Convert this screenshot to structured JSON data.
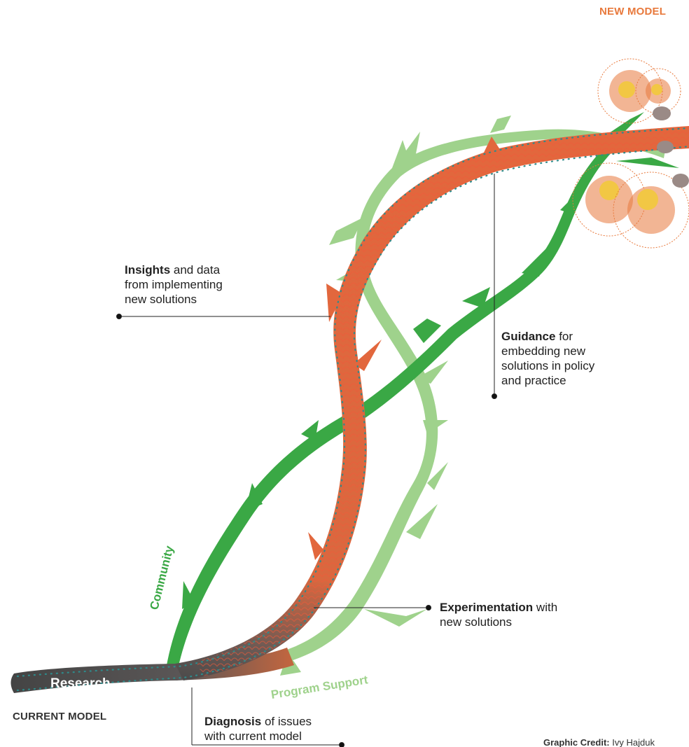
{
  "header": {
    "new_model_label": "NEW MODEL"
  },
  "footer": {
    "current_model_label": "CURRENT MODEL",
    "credit_prefix": "Graphic Credit:",
    "credit_name": "Ivy Hajduk"
  },
  "branches": {
    "trunk_label": "Research",
    "community_label": "Community",
    "program_support_label": "Program Support"
  },
  "callouts": {
    "insights": {
      "bold": "Insights",
      "rest_line1": " and data",
      "line2": "from implementing",
      "line3": "new solutions"
    },
    "guidance": {
      "bold": "Guidance",
      "rest_line1": " for",
      "line2": "embedding new",
      "line3": "solutions in policy",
      "line4": "and practice"
    },
    "experimentation": {
      "bold": "Experimentation",
      "rest_line1": " with",
      "line2": "new solutions"
    },
    "diagnosis": {
      "bold": "Diagnosis",
      "rest_line1": " of issues",
      "line2": "with current model"
    }
  },
  "colors": {
    "orange_accent": "#e8793c",
    "dark_green": "#3aa845",
    "light_green": "#9fd28c",
    "trunk_orange": "#e2673d",
    "trunk_dark": "#4a4a4a",
    "flower_yellow": "#f2c744",
    "dot_teal": "#2e8b8b"
  }
}
